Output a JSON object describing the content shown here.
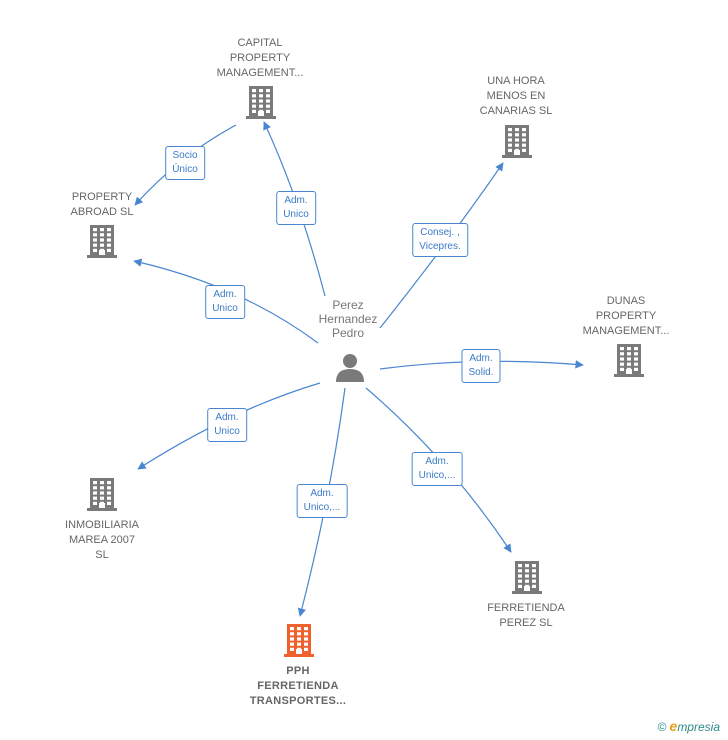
{
  "center": {
    "label_lines": [
      "Perez",
      "Hernandez",
      "Pedro"
    ]
  },
  "nodes": [
    {
      "id": "capital",
      "lines": [
        "CAPITAL",
        "PROPERTY",
        "MANAGEMENT..."
      ],
      "highlight": false
    },
    {
      "id": "unahora",
      "lines": [
        "UNA HORA",
        "MENOS EN",
        "CANARIAS SL"
      ],
      "highlight": false
    },
    {
      "id": "property",
      "lines": [
        "PROPERTY",
        "ABROAD  SL"
      ],
      "highlight": false
    },
    {
      "id": "dunas",
      "lines": [
        "DUNAS",
        "PROPERTY",
        "MANAGEMENT..."
      ],
      "highlight": false
    },
    {
      "id": "inmobiliaria",
      "lines": [
        "INMOBILIARIA",
        "MAREA 2007",
        "SL"
      ],
      "highlight": false
    },
    {
      "id": "ferretienda",
      "lines": [
        "FERRETIENDA",
        "PEREZ  SL"
      ],
      "highlight": false
    },
    {
      "id": "pph",
      "lines": [
        "PPH",
        "FERRETIENDA",
        "TRANSPORTES..."
      ],
      "highlight": true
    }
  ],
  "edges": [
    {
      "id": "e-capital-property",
      "lines": [
        "Socio",
        "Único"
      ]
    },
    {
      "id": "e-center-capital",
      "lines": [
        "Adm.",
        "Unico"
      ]
    },
    {
      "id": "e-center-unahora",
      "lines": [
        "Consej. ,",
        "Vicepres."
      ]
    },
    {
      "id": "e-center-property",
      "lines": [
        "Adm.",
        "Unico"
      ]
    },
    {
      "id": "e-center-dunas",
      "lines": [
        "Adm.",
        "Solid."
      ]
    },
    {
      "id": "e-center-inmobiliaria",
      "lines": [
        "Adm.",
        "Unico"
      ]
    },
    {
      "id": "e-center-pph",
      "lines": [
        "Adm.",
        "Unico,..."
      ]
    },
    {
      "id": "e-center-ferretienda",
      "lines": [
        "Adm.",
        "Unico,..."
      ]
    }
  ],
  "colors": {
    "edge": "#4a86d0",
    "building": "#7a7a7a",
    "highlight": "#f0622d",
    "person": "#7a7a7a"
  },
  "footer": {
    "copyright": "©",
    "brand_e": "e",
    "brand_rest": "mpresia"
  }
}
